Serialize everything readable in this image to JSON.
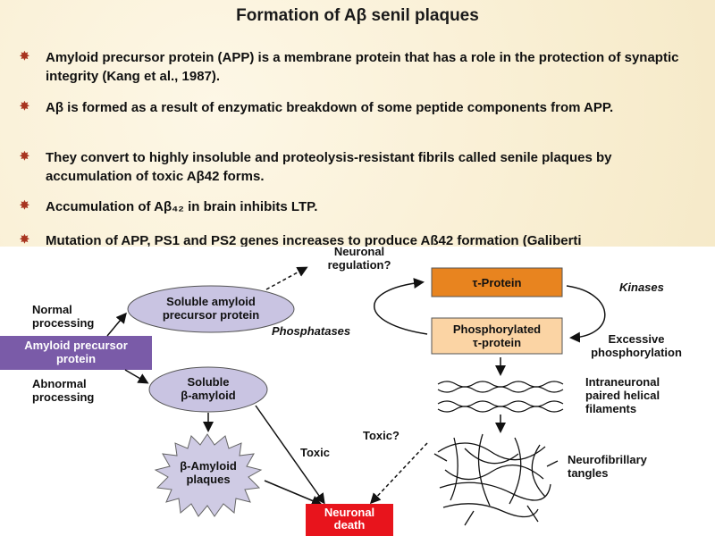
{
  "slide": {
    "title": "Formation of Aβ senil plaques",
    "bullets": [
      "Amyloid precursor protein (APP) is a membrane protein that has a role in the protection of synaptic integrity (Kang et al., 1987).",
      "Aβ is formed as a result of enzymatic breakdown of some peptide components from APP.",
      "They convert to highly insoluble and proteolysis-resistant fibrils called senile plaques by accumulation of toxic Aβ42 forms.",
      "Accumulation of Aβ₄₂ in brain inhibits LTP.",
      "Mutation of APP, PS1 and PS2 genes increases to produce Aß42 formation (Galiberti"
    ]
  },
  "diagram": {
    "app_box": "Amyloid precursor protein",
    "normal_processing": "Normal processing",
    "abnormal_processing": "Abnormal processing",
    "soluble_app": "Soluble amyloid precursor protein",
    "neuronal_regulation": "Neuronal regulation?",
    "soluble_beta_amyloid": "Soluble β-amyloid",
    "beta_amyloid_plaques": "β-Amyloid plaques",
    "toxic": "Toxic",
    "toxic_q": "Toxic?",
    "neuronal_death": "Neuronal death",
    "tau_protein": "τ-Protein",
    "kinases": "Kinases",
    "phosphatases": "Phosphatases",
    "phosphorylated_tau": "Phosphorylated τ-protein",
    "excessive_phosphorylation": "Excessive phosphorylation",
    "paired_helical_filaments": "Intraneuronal paired helical filaments",
    "neurofibrillary_tangles": "Neurofibrillary tangles"
  },
  "colors": {
    "app_box": "#7a5ba8",
    "ellipse": "#c9c4e2",
    "tau_box": "#e8841f",
    "phospho_box": "#fbd4a4",
    "death_box": "#e8141c",
    "bullet_mark": "#a8341f"
  }
}
